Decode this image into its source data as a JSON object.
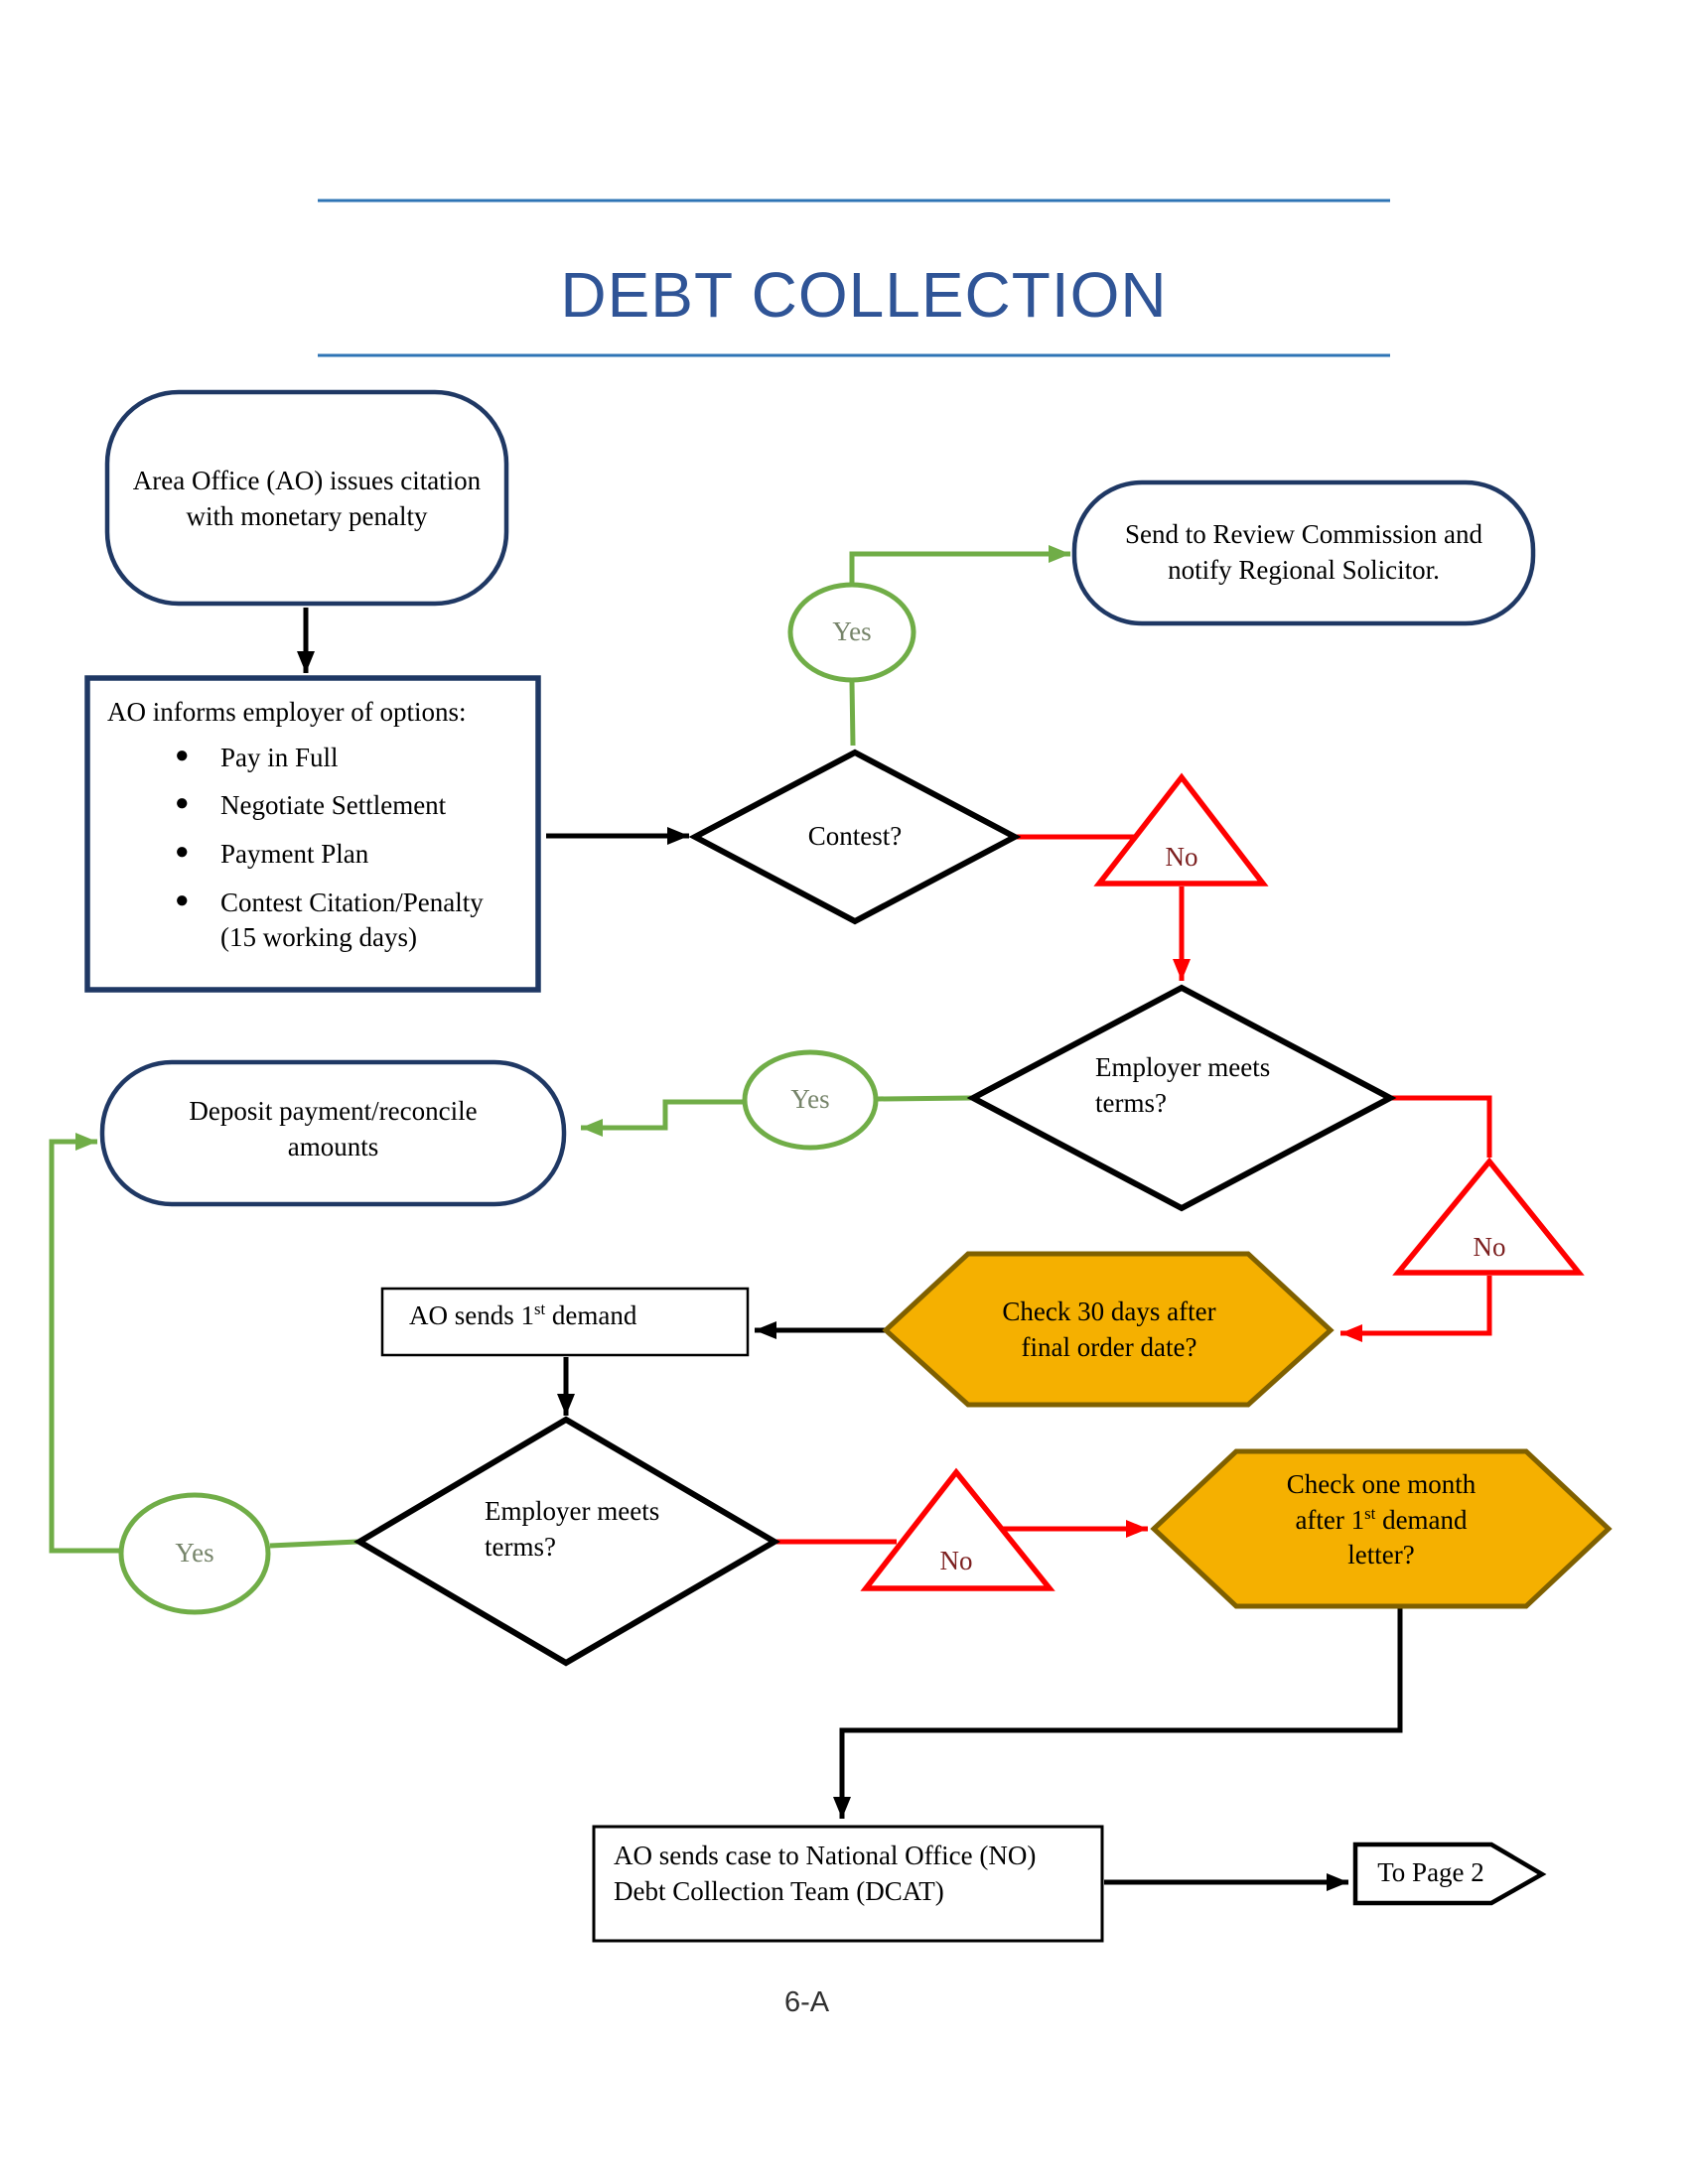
{
  "page": {
    "title": "DEBT COLLECTION",
    "page_number": "6-A"
  },
  "labels": {
    "yes": "Yes",
    "no": "No"
  },
  "colors": {
    "navy_border": "#1F3864",
    "title_blue": "#2F5496",
    "rule_blue": "#2E74B5",
    "green": "#70AD47",
    "red": "#FF0000",
    "hexagon_fill": "#F5B000",
    "hexagon_border": "#7F6000"
  },
  "nodes": {
    "start": {
      "text": "Area Office (AO) issues citation with monetary penalty"
    },
    "options": {
      "intro": "AO informs employer of options:",
      "bullets": [
        "Pay in Full",
        "Negotiate Settlement",
        "Payment Plan",
        "Contest Citation/Penalty (15 working days)"
      ]
    },
    "contest": {
      "text": "Contest?"
    },
    "send_review": {
      "text": "Send to Review Commission and notify Regional Solicitor."
    },
    "meets_terms_1": {
      "text": "Employer meets terms?"
    },
    "deposit": {
      "text": "Deposit payment/reconcile amounts"
    },
    "check_30_days": {
      "text": "Check 30 days after final order date?"
    },
    "first_demand": {
      "prefix": "AO sends 1",
      "sup": "st",
      "suffix": " demand"
    },
    "meets_terms_2": {
      "text": "Employer meets terms?"
    },
    "check_one_month": {
      "line1": "Check one month",
      "line2_prefix": "after 1",
      "line2_sup": "st",
      "line2_suffix": " demand",
      "line3": "letter?"
    },
    "send_dcat": {
      "text": "AO sends case to National Office (NO) Debt Collection Team (DCAT)"
    },
    "to_page_2": {
      "text": "To Page 2"
    }
  }
}
